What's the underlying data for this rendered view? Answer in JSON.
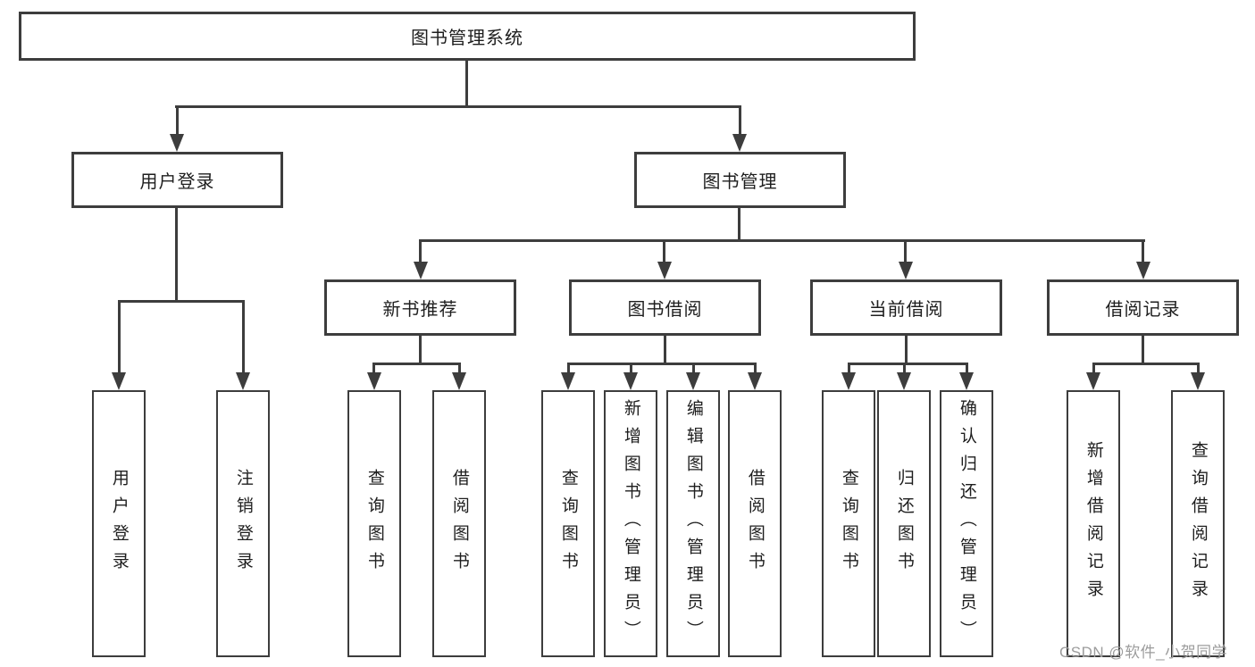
{
  "diagram": {
    "title": "图书管理系统",
    "level2": {
      "user_login": "用户登录",
      "book_mgmt": "图书管理"
    },
    "level3": {
      "new_book": "新书推荐",
      "book_borrow": "图书借阅",
      "current_borrow": "当前借阅",
      "borrow_record": "借阅记录"
    },
    "leaves": {
      "user_login": "用户登录",
      "logout": "注销登录",
      "nb_query": "查询图书",
      "nb_borrow": "借阅图书",
      "bb_query": "查询图书",
      "bb_add": "新增图书（管理员）",
      "bb_edit": "编辑图书（管理员）",
      "bb_borrow": "借阅图书",
      "cb_query": "查询图书",
      "cb_return": "归还图书",
      "cb_confirm": "确认归还（管理员）",
      "br_add": "新增借阅记录",
      "br_query": "查询借阅记录"
    },
    "watermark": "CSDN @软件_小贺同学",
    "colors": {
      "line": "#3d3d3d",
      "text": "#1e1e1e",
      "watermark": "#9c9c9c",
      "background": "#ffffff"
    }
  }
}
